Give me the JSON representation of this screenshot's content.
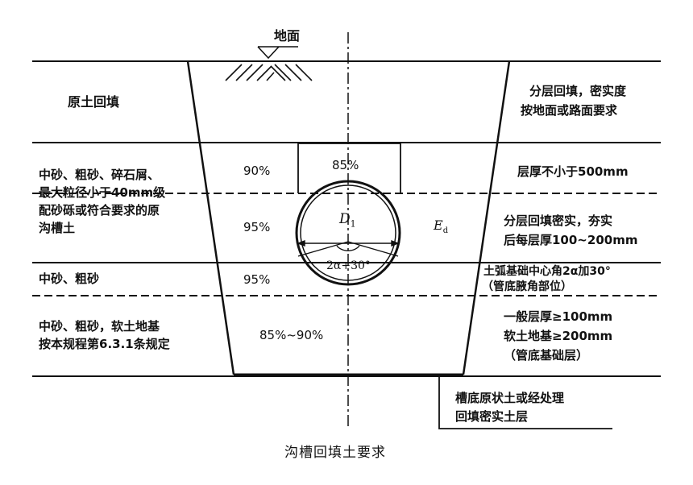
{
  "ground_label": "地面",
  "left_labels": {
    "row1": "原土回填",
    "row2": [
      "中砂、粗砂、碎石屑、",
      "最大粒径小于40mm级",
      "配砂砾或符合要求的原",
      "沟槽土"
    ],
    "row3": "中砂、粗砂",
    "row4": [
      "中砂、粗砂，软土地基",
      "按本规程第6.3.1条规定"
    ]
  },
  "compaction": {
    "row2_side": "90%",
    "row2_top": "85%",
    "row3": "95%",
    "row4": "95%",
    "row5": "85%~90%"
  },
  "pipe_labels": {
    "diameter": "D",
    "diameter_sub": "1",
    "angle": "2α+30°",
    "modulus": "E",
    "modulus_sub": "d"
  },
  "right_labels": {
    "row1": [
      "分层回填，密实度",
      "按地面或路面要求"
    ],
    "row2": "层厚不小于500mm",
    "row3": [
      "分层回填密实，夯实",
      "后每层厚100~200mm"
    ],
    "row4": [
      "土弧基础中心角2α加30°",
      "（管底腋角部位）"
    ],
    "row5": [
      "一般层厚≥100mm",
      "软土地基≥200mm",
      "（管底基础层）"
    ]
  },
  "bottom_note": [
    "槽底原状土或经处理",
    "回填密实土层"
  ],
  "caption": "沟槽回填土要求"
}
